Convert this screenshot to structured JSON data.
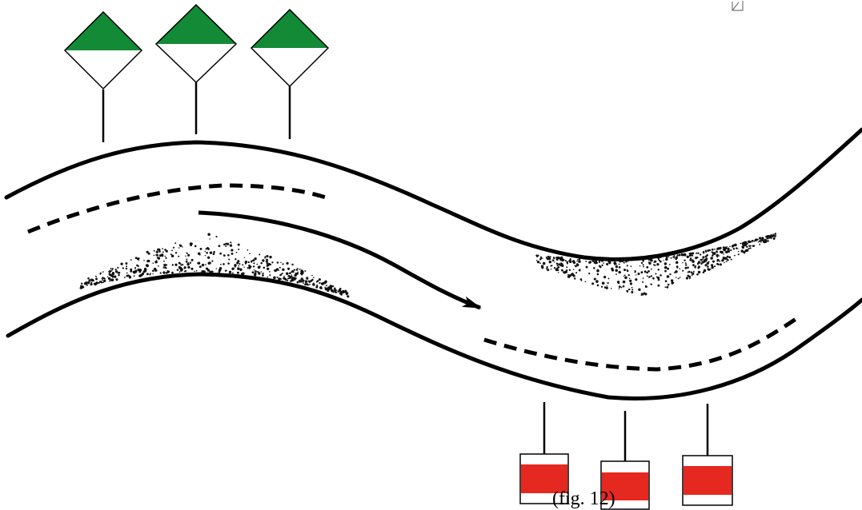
{
  "figure": {
    "caption": "(fig. 12)"
  },
  "colors": {
    "background": "#ffffff",
    "line": "#000000",
    "green_marker": "#138a36",
    "red_marker": "#e52820",
    "shoal_dots": "#111111"
  },
  "markers": {
    "green_diamond_count": 3,
    "red_can_count": 3
  },
  "icons": {
    "page_corner": "small-document-icon",
    "flow": "arrow-icon",
    "green": "green-diamond-icon",
    "red": "red-can-icon"
  }
}
